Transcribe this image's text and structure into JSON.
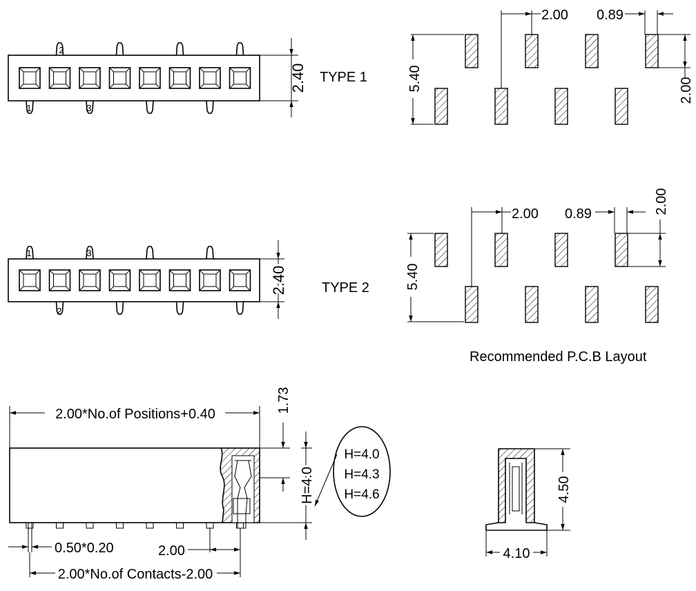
{
  "types": {
    "type1_label": "TYPE 1",
    "type2_label": "TYPE 2"
  },
  "pin_numbers": {
    "type1": {
      "top": "2",
      "bottom_first": "1",
      "bottom_second": "3"
    },
    "type2": {
      "top_first": "1",
      "top_second": "3",
      "bottom": "2"
    }
  },
  "dimensions": {
    "body_height": "2.40",
    "pitch": "2.00",
    "pad_width": "0.89",
    "pad_length": "2.00",
    "row_span": "5.40",
    "overall_length": "2.00*No.of Positions+0.40",
    "stand_off": "1.73",
    "height": "H=4.0",
    "contact_pitch": "2.00",
    "contact_size": "0.50*0.20",
    "contact_span": "2.00*No.of Contacts-2.00",
    "side_height": "4.50",
    "side_width": "4.10"
  },
  "height_options": [
    "H=4.0",
    "H=4.3",
    "H=4.6"
  ],
  "pcb_caption": "Recommended P.C.B Layout",
  "positions": 8
}
